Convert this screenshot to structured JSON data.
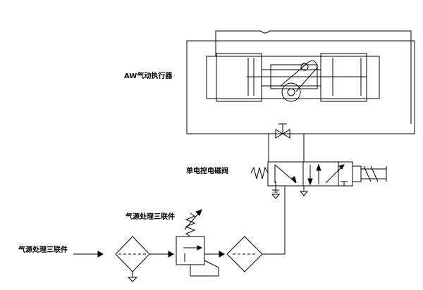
{
  "labels": {
    "actuator": "AW气动执行器",
    "solenoid_valve": "单电控电磁阀",
    "frl_unit_top": "气源处理三联件",
    "frl_unit_left": "气源处理三联件"
  },
  "colors": {
    "line": "#000000",
    "background": "#ffffff"
  }
}
